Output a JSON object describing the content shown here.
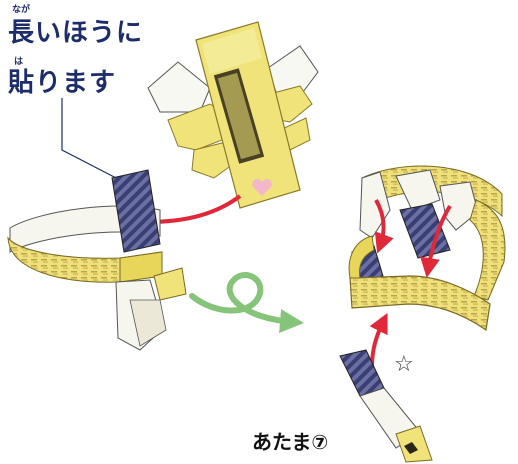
{
  "instruction": {
    "line1": "長いほうに",
    "line2": "貼ります",
    "ruby1": "なが",
    "ruby2": "は"
  },
  "label": {
    "head": "あたま⑦",
    "star": "☆"
  },
  "colors": {
    "text_navy": "#1d2d6b",
    "band_yellow": "#f0e37a",
    "band_dark": "#c9b64a",
    "stripe_navy": "#3a3f73",
    "arrow_red": "#e0283a",
    "twist_green": "#86c47a",
    "pink_heart": "#f2b7c8"
  },
  "icons": [
    "red-arrow-icon",
    "green-loop-arrow-icon",
    "star-icon"
  ]
}
